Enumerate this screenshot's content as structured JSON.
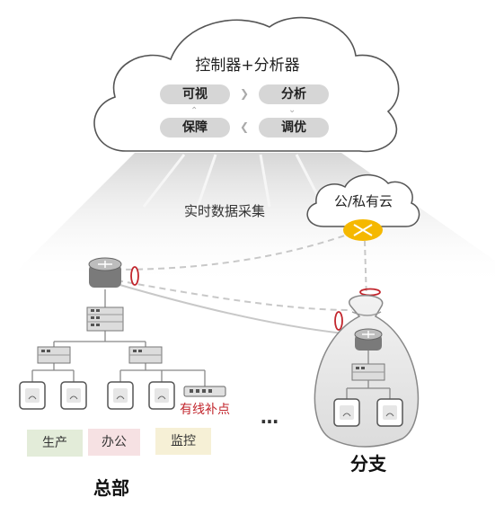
{
  "cloud": {
    "title": "控制器+分析器",
    "pills": [
      "可视",
      "分析",
      "保障",
      "调优"
    ]
  },
  "collect_label": "实时数据采集",
  "public_cloud_label": "公/私有云",
  "wired_label": "有线补点",
  "ellipsis": "…",
  "tags": [
    "生产",
    "办公",
    "监控"
  ],
  "hq_label": "总部",
  "branch_label": "分支",
  "colors": {
    "accent_red": "#c2262d",
    "tag_green": "#e3ecd9",
    "tag_pink": "#f6e1e3",
    "tag_yellow": "#f6f0d6",
    "router_gold": "#f5b800"
  }
}
